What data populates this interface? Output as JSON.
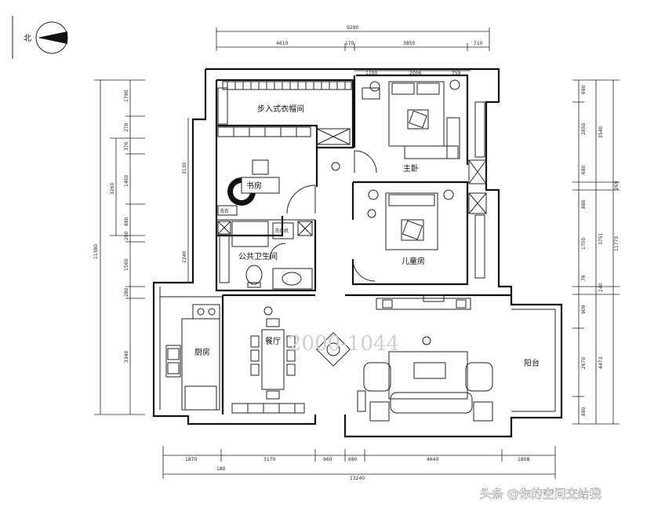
{
  "compass": {
    "label": "北"
  },
  "dimensions": {
    "top_total": "9290",
    "top_segments": [
      "4610",
      "170",
      "3850",
      "710"
    ],
    "top_inner": [
      "1100",
      "2006",
      "759"
    ],
    "left_total": "11380",
    "left_group_a": "3260",
    "left_group_b": "3130",
    "left_group_c": "2240",
    "left_segments": [
      "1790",
      "270",
      "370",
      "1450",
      "880",
      "200",
      "1560",
      "280",
      "3340"
    ],
    "right_totals": [
      "3540",
      "269",
      "3751",
      "11773",
      "240",
      "4473"
    ],
    "right_segments": [
      "690",
      "2850",
      "680",
      "880",
      "1750",
      "78",
      "909",
      "2670",
      "880"
    ],
    "bottom_segments": [
      "1870",
      "3170",
      "960",
      "680",
      "4640",
      "1808"
    ],
    "bottom_small": "180",
    "bottom_total": "13240"
  },
  "rooms": {
    "walkin_closet": "步入式衣帽间",
    "master_bedroom": "主卧",
    "study": "书房",
    "washer": "洗衣",
    "wardrobe": "洗衣机",
    "bathroom": "公共卫生间",
    "kids_room": "儿童房",
    "kitchen": "厨房",
    "dining": "餐厅",
    "balcony": "阳台"
  },
  "watermark": "2000-1044",
  "credit": "头条 @你的空间交给我"
}
